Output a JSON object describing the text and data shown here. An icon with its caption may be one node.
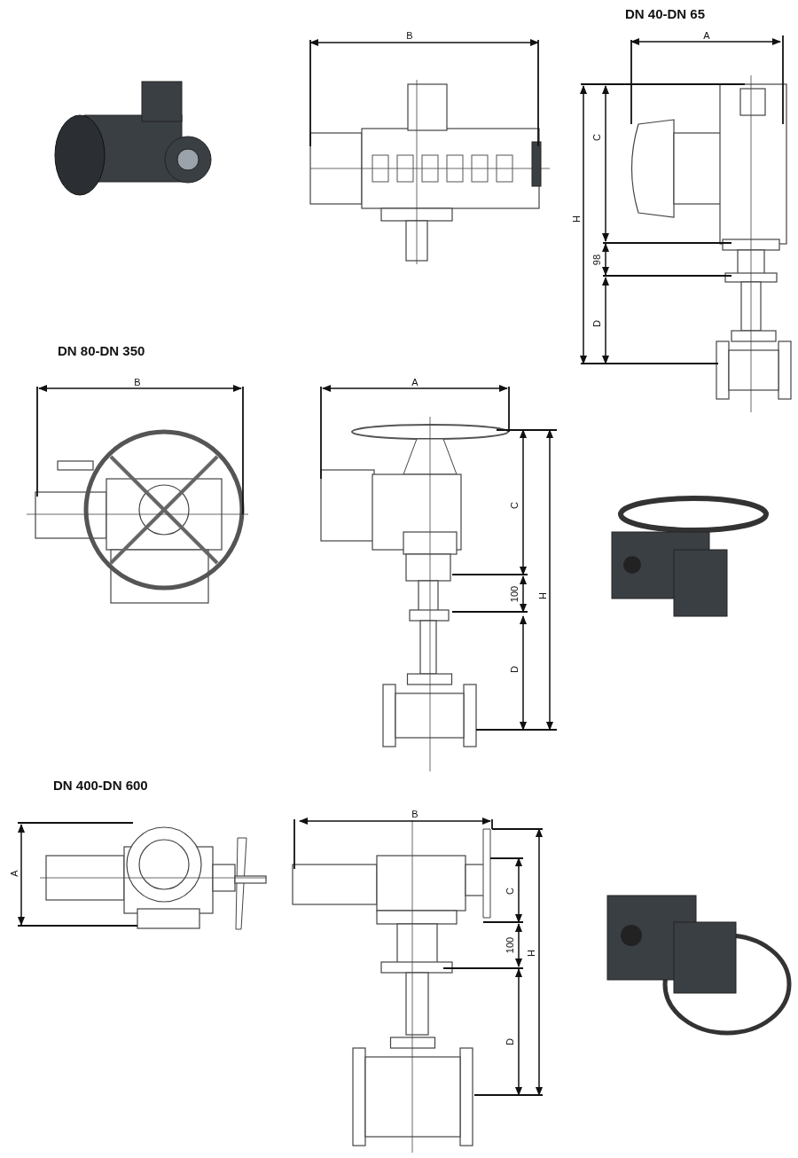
{
  "diagram": {
    "labels": [
      "DN 40-DN 65",
      "B",
      "A",
      "C",
      "H",
      "98",
      "D",
      "DN 80-DN 350",
      "B",
      "A",
      "C",
      "100",
      "H",
      "D",
      "DN 400-DN 600",
      "A",
      "B",
      "C",
      "100",
      "H",
      "D"
    ]
  }
}
